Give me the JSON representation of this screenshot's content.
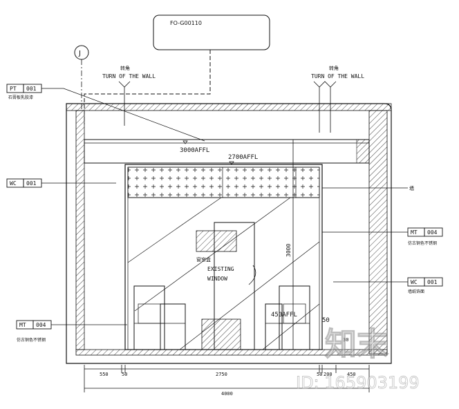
{
  "title_block": {
    "ref": "FO-G00110"
  },
  "grid_bubble": {
    "label": "J"
  },
  "wall_turn_left": {
    "cn": "转角",
    "en": "TURN OF THE WALL"
  },
  "wall_turn_right": {
    "cn": "转角",
    "en": "TURN OF THE WALL"
  },
  "tags": {
    "pt_left": {
      "code": "PT",
      "num": "001",
      "note": "石膏板乳胶漆"
    },
    "wc_left": {
      "code": "WC",
      "num": "001"
    },
    "mt_left": {
      "code": "MT",
      "num": "004",
      "note": "仿古铜色不锈钢"
    },
    "mt_right": {
      "code": "MT",
      "num": "004",
      "note": "仿古铜色不锈钢"
    },
    "wc_right": {
      "code": "WC",
      "num": "001",
      "note": "墙纸饰面"
    }
  },
  "levels": {
    "ceiling": "3000AFFL",
    "soffit": "2700AFFL",
    "sill": "450AFFL"
  },
  "window": {
    "line1": "EXISTING",
    "line2": "WINDOW",
    "note": "窗帘盒"
  },
  "side_note": "墙",
  "dims": {
    "height": "3000",
    "seg_550": "550",
    "seg_50a": "50",
    "seg_2750": "2750",
    "seg_50b": "50",
    "seg_200": "200",
    "seg_450": "450",
    "total": "4000",
    "right_50": "50",
    "right_30": "30"
  },
  "watermark": {
    "brand": "知末",
    "id": "ID: 165903199"
  }
}
